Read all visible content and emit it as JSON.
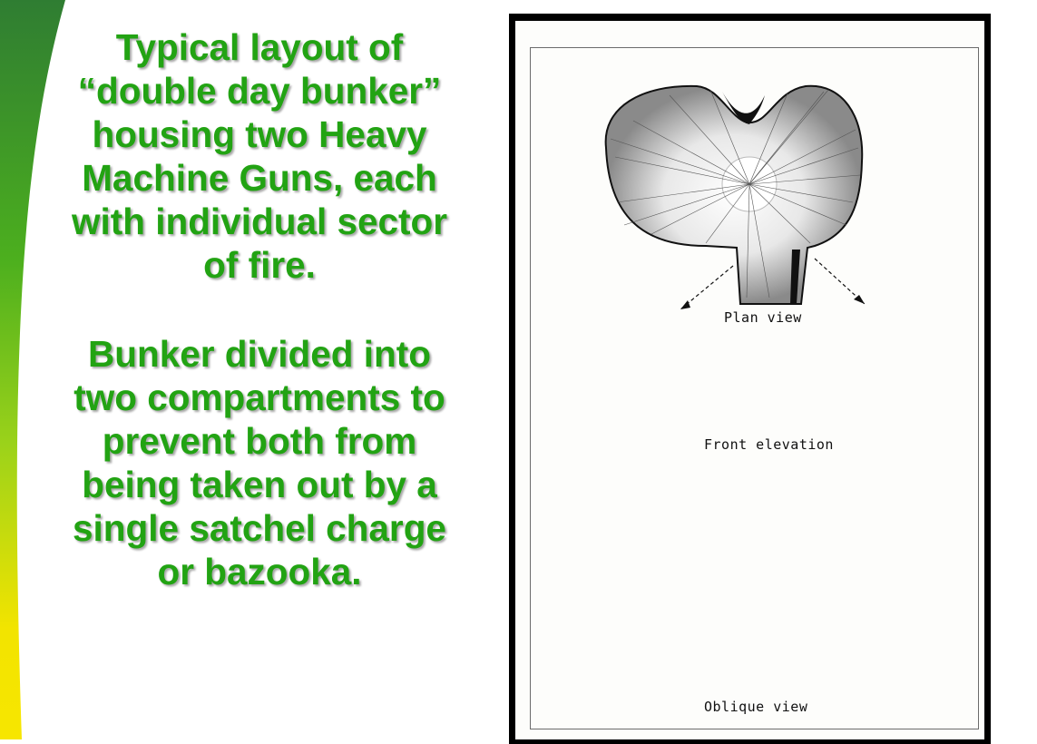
{
  "text": {
    "paragraph1": [
      "Typical layout of",
      "“double day bunker”",
      "housing two Heavy",
      "Machine Guns, each",
      "with individual sector",
      "of fire."
    ],
    "paragraph2": [
      "Bunker divided into",
      "two compartments to",
      "prevent both from",
      "being taken out by a",
      "single satchel charge",
      "or bazooka."
    ]
  },
  "figure": {
    "captions": {
      "plan": "Plan  view",
      "front": "Front  elevation",
      "oblique": "Oblique  view"
    }
  },
  "colors": {
    "text": "#22a313",
    "band_top": "#2e7d32",
    "band_bottom": "#f4e400"
  }
}
